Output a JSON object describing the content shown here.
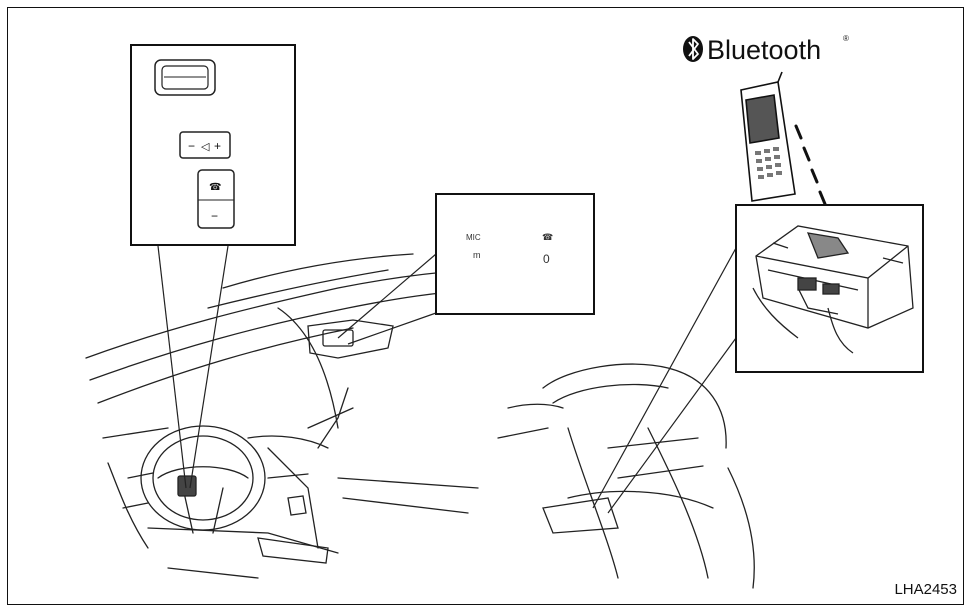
{
  "figure": {
    "code": "LHA2453"
  },
  "bluetooth": {
    "brand": "Bluetooth",
    "mark": "®"
  },
  "controls_panel": {
    "volume_minus": "−",
    "volume_plus": "+",
    "talk_minus": "−"
  },
  "display_panel": {
    "left_label": "MIC",
    "left_sub": "m",
    "right_sub": "0"
  }
}
